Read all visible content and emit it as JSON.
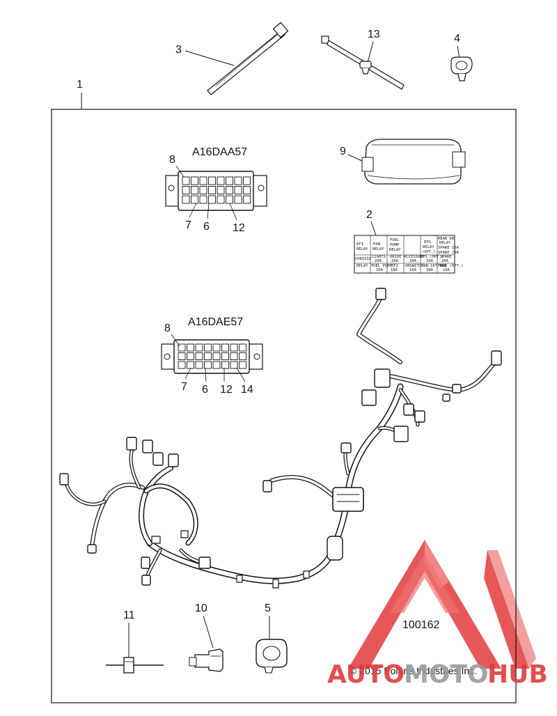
{
  "callouts": {
    "c1": "1",
    "c2": "2",
    "c3": "3",
    "c4": "4",
    "c5": "5",
    "c9": "9",
    "c10": "10",
    "c11": "11",
    "c13": "13"
  },
  "connector_a": {
    "title": "A16DAA57",
    "labels": [
      "8",
      "7",
      "6",
      "12"
    ]
  },
  "connector_b": {
    "title": "A16DAE57",
    "labels": [
      "8",
      "7",
      "6",
      "12",
      "14"
    ]
  },
  "fuse_label": {
    "row1": [
      "EFI",
      "RELAY",
      "FAN",
      "RELAY",
      "FUEL",
      "PUMP",
      "RELAY",
      "EPS",
      "RELAY",
      "(OPT.)",
      "REAR DR",
      "RELAY",
      "SPARE 10A",
      "SPARE 20A"
    ],
    "row2": [
      "CHASSIS",
      "RELAY",
      "LIGHTS",
      "20A",
      "DRIVE",
      "20A",
      "ACCESSORY",
      "20A",
      "EPS (OPT.)",
      "20A",
      "SPARE",
      "20A"
    ],
    "row3": [
      "FUEL PUMP",
      "10A",
      "EFI",
      "10A",
      "UNSWITCH",
      "10A",
      "FAN CKT BKR",
      "10A",
      "FUSE (OPT.)",
      "10A"
    ]
  },
  "drawing_number": "100162",
  "copyright": "© 2015 Polaris Industries Inc.",
  "watermark": {
    "part1": "AUTO",
    "part2": "MOTO",
    "part3": "HUB"
  },
  "colors": {
    "line": "#111111",
    "watermark_red": "#e23b3b",
    "watermark_grey": "#9a9a9a"
  }
}
